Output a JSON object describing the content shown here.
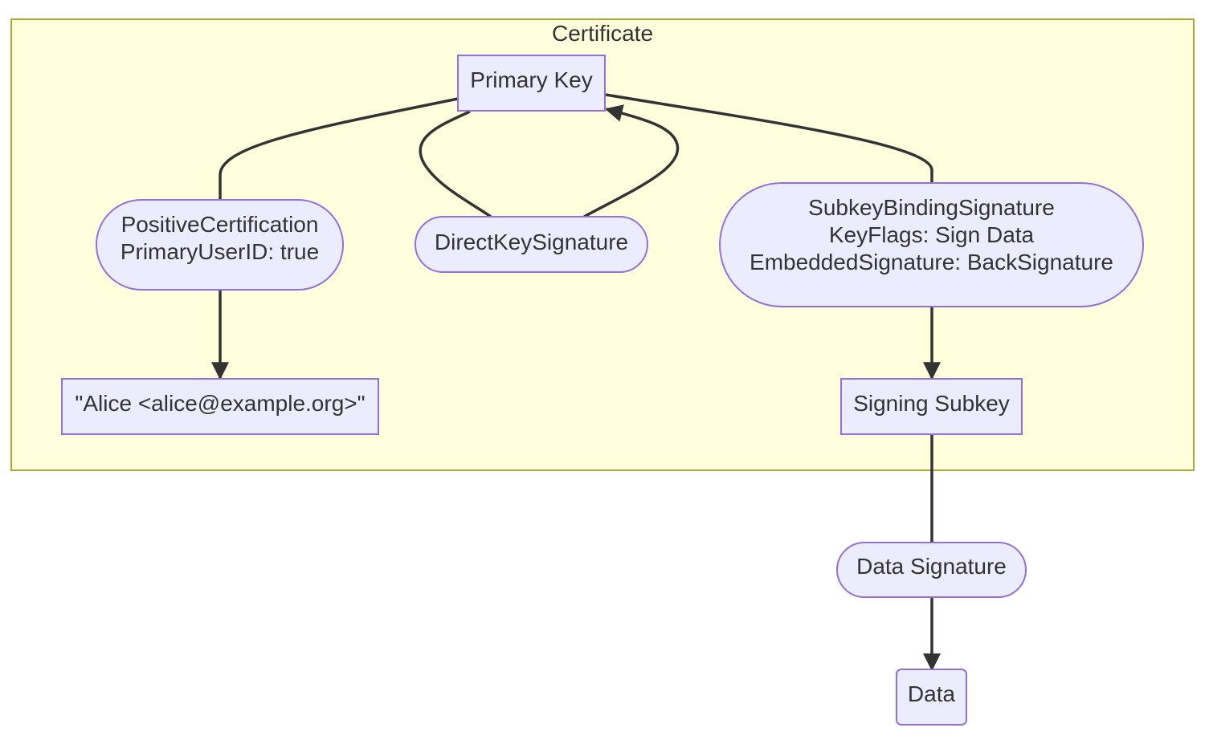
{
  "diagram": {
    "cluster": {
      "label": "Certificate"
    },
    "nodes": {
      "primary_key": {
        "label": "Primary Key",
        "shape": "rect"
      },
      "positive_cert": {
        "lines": [
          "PositiveCertification",
          "PrimaryUserID: true"
        ],
        "shape": "stadium"
      },
      "direct_key_sig": {
        "label": "DirectKeySignature",
        "shape": "stadium"
      },
      "subkey_binding_sig": {
        "lines": [
          "SubkeyBindingSignature",
          "KeyFlags: Sign Data",
          "EmbeddedSignature: BackSignature"
        ],
        "shape": "stadium"
      },
      "user_id": {
        "label": "\"Alice <alice@example.org>\"",
        "shape": "rect"
      },
      "signing_subkey": {
        "label": "Signing Subkey",
        "shape": "rect"
      },
      "data_signature": {
        "label": "Data Signature",
        "shape": "stadium"
      },
      "data": {
        "label": "Data",
        "shape": "rounded-rect"
      }
    },
    "edges": [
      {
        "from": "primary_key",
        "to": "positive_cert",
        "arrow": false
      },
      {
        "from": "positive_cert",
        "to": "user_id",
        "arrow": true
      },
      {
        "from": "primary_key",
        "to": "direct_key_sig",
        "arrow": false
      },
      {
        "from": "direct_key_sig",
        "to": "primary_key",
        "arrow": true
      },
      {
        "from": "primary_key",
        "to": "subkey_binding_sig",
        "arrow": false
      },
      {
        "from": "subkey_binding_sig",
        "to": "signing_subkey",
        "arrow": true
      },
      {
        "from": "signing_subkey",
        "to": "data_signature",
        "arrow": false
      },
      {
        "from": "data_signature",
        "to": "data",
        "arrow": true
      }
    ],
    "colors": {
      "node_fill": "#ececff",
      "node_stroke": "#9370db",
      "cluster_fill": "#ffffde",
      "cluster_stroke": "#aaaa33",
      "edge": "#333333",
      "text": "#333333"
    }
  }
}
